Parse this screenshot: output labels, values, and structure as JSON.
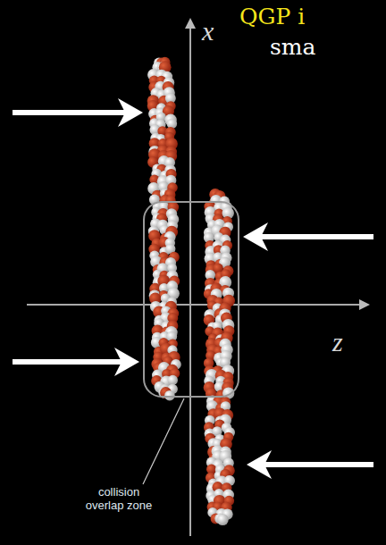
{
  "diagram": {
    "labels": [
      "x",
      "QGP i",
      "sma",
      "z",
      "collision overlap zone"
    ]
  }
}
